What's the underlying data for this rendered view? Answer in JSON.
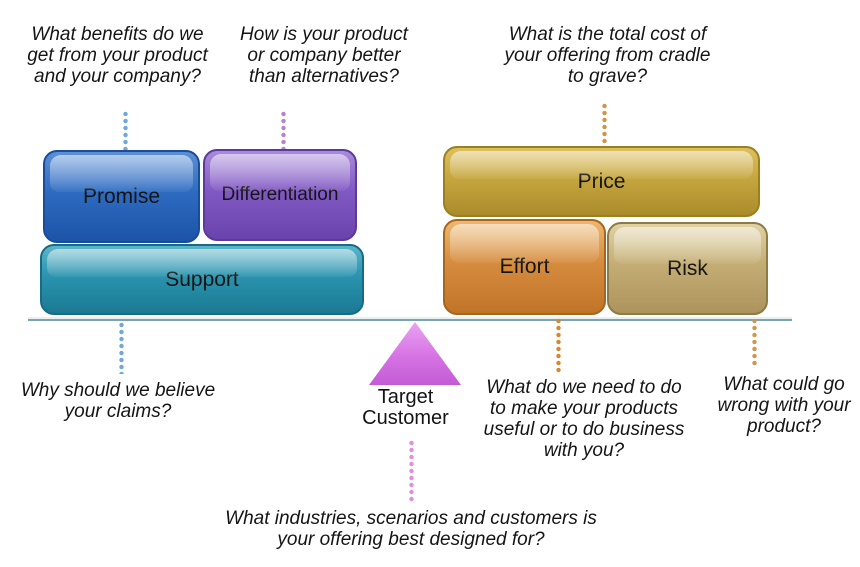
{
  "questions": {
    "promise_top": "What benefits do we\nget from your product\nand your company?",
    "differentiation_top": "How  is your product\nor company better\nthan alternatives?",
    "price_top": "What is the total cost of\nyour offering from cradle\nto grave?",
    "support_bottom": "Why should we believe\nyour claims?",
    "effort_bottom": "What do we need to do\nto make your products\nuseful or to do business\nwith you?",
    "risk_bottom": "What could go\nwrong with your\nproduct?",
    "target_bottom": "What industries, scenarios and customers is\nyour offering best designed for?"
  },
  "boxes": {
    "promise": {
      "label": "Promise",
      "color": "#2e6bc0"
    },
    "differentiation": {
      "label": "Differentiation",
      "color": "#8159c4"
    },
    "support": {
      "label": "Support",
      "color": "#2a93ae"
    },
    "price": {
      "label": "Price",
      "color": "#c5a63e"
    },
    "effort": {
      "label": "Effort",
      "color": "#d68c3e"
    },
    "risk": {
      "label": "Risk",
      "color": "#c4ad74"
    }
  },
  "fulcrum": {
    "label": "Target\nCustomer",
    "color": "#d573e3"
  },
  "beam": {
    "color": "#7ba4b2"
  },
  "connectors": {
    "promise": "#6fa8d8",
    "differentiation": "#b87fd2",
    "price": "#cf9449",
    "support": "#6fa8d8",
    "effort": "#d8872f",
    "risk": "#d1964d",
    "target": "#e08ee0"
  }
}
